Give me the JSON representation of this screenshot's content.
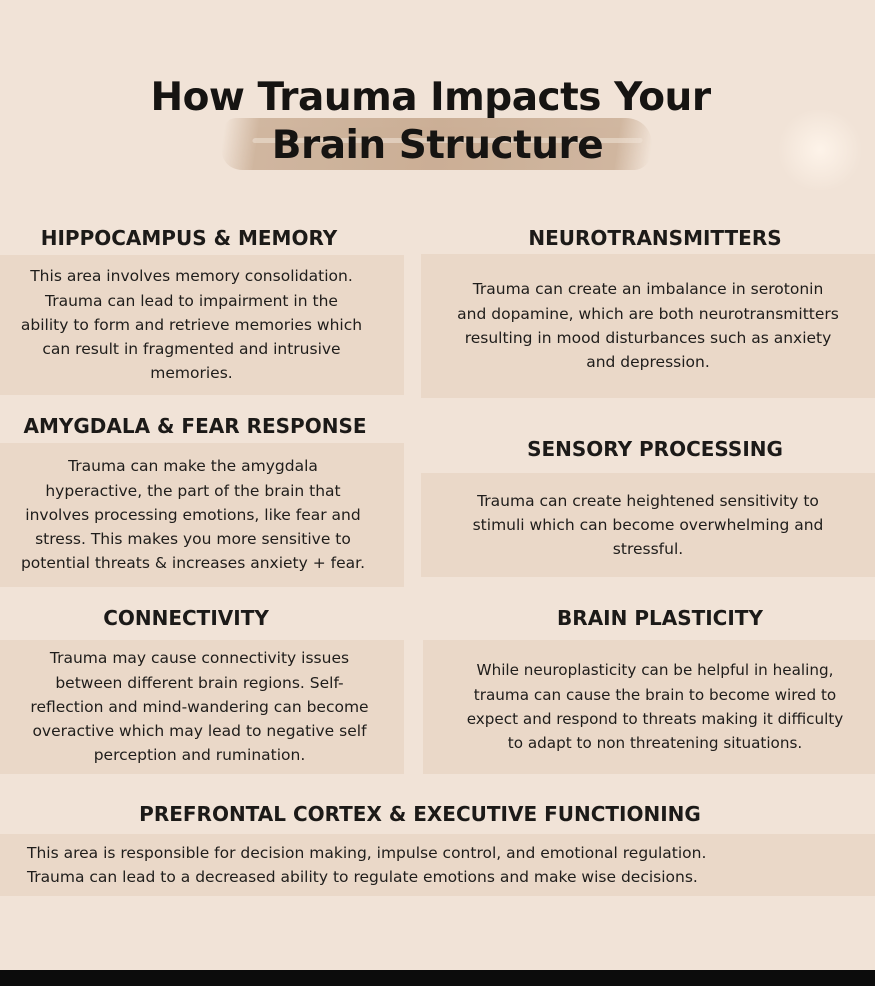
{
  "title": {
    "line1": "How Trauma Impacts Your",
    "line2": "Brain Structure"
  },
  "sections": {
    "hippocampus": {
      "heading": "HIPPOCAMPUS & MEMORY",
      "body": "This area involves memory consolidation.\nTrauma can lead to impairment in the\nability to form and retrieve memories which\ncan result in fragmented and intrusive\nmemories."
    },
    "neurotransmitters": {
      "heading": "NEUROTRANSMITTERS",
      "body": "Trauma can create an imbalance in serotonin\nand dopamine, which are both neurotransmitters\nresulting in mood disturbances such as anxiety\nand depression."
    },
    "amygdala": {
      "heading": "AMYGDALA & FEAR RESPONSE",
      "body": "Trauma can make the amygdala\nhyperactive, the part of the brain that\ninvolves processing emotions, like fear and\nstress. This makes you more sensitive to\npotential threats & increases anxiety + fear."
    },
    "sensory": {
      "heading": "SENSORY PROCESSING",
      "body": "Trauma can create heightened sensitivity to\nstimuli which can become overwhelming and\nstressful."
    },
    "connectivity": {
      "heading": "CONNECTIVITY",
      "body": "Trauma may cause connectivity issues\nbetween different brain regions. Self-\nreflection and mind-wandering can become\noveractive which may lead to negative self\nperception and rumination."
    },
    "plasticity": {
      "heading": "BRAIN PLASTICITY",
      "body": "While neuroplasticity can be helpful in healing,\ntrauma can cause the brain to become wired to\nexpect and respond to threats making it difficulty\nto adapt to non threatening situations."
    },
    "prefrontal": {
      "heading": "PREFRONTAL CORTEX & EXECUTIVE FUNCTIONING",
      "body": "This area is responsible for decision making, impulse control, and emotional regulation.\nTrauma can lead to a decreased ability to regulate emotions and make wise decisions."
    }
  },
  "colors": {
    "background": "#f1e3d7",
    "card": "#ead8c8",
    "brush": "#c7a98f",
    "text": "#1c1a18"
  }
}
